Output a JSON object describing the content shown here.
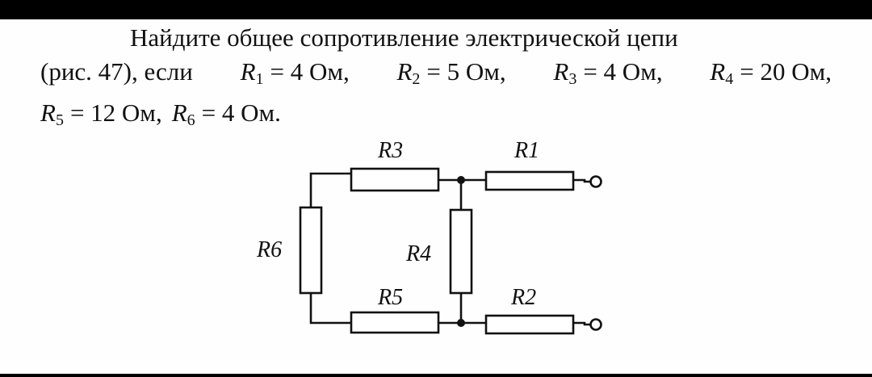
{
  "problem": {
    "line1": "Найдите общее сопротивление электрической цепи",
    "line2_prefix": "(рис. 47), если",
    "line2_suffix": ",",
    "line3_end": "."
  },
  "values": [
    {
      "name": "R",
      "sub": "1",
      "value": "= 4 Ом"
    },
    {
      "name": "R",
      "sub": "2",
      "value": "= 5 Ом"
    },
    {
      "name": "R",
      "sub": "3",
      "value": "= 4 Ом"
    },
    {
      "name": "R",
      "sub": "4",
      "value": "= 20 Ом"
    },
    {
      "name": "R",
      "sub": "5",
      "value": "= 12 Ом"
    },
    {
      "name": "R",
      "sub": "6",
      "value": "= 4 Ом"
    }
  ],
  "separator": ",",
  "circuit": {
    "labels": {
      "r1": "R1",
      "r2": "R2",
      "r3": "R3",
      "r4": "R4",
      "r5": "R5",
      "r6": "R6"
    }
  }
}
